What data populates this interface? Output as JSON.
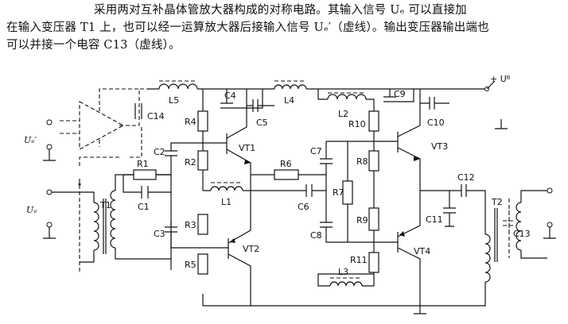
{
  "description": [
    "采用两对互补晶体管放大器构成的对称电路。其输入信号 Uₑ 可以直接加",
    "在输入变压器 T1 上，也可以经一运算放大器后接输入信号 Uₑ′（虚线）。输出变压器输出端也",
    "可以并接一个电容 C13（虚线）。"
  ],
  "labels": {
    "supply": "+ Uᴮ",
    "input_direct": "Uₑ",
    "input_opamp": "Uₑ′",
    "L5": "L5",
    "L4": "L4",
    "L2": "L2",
    "L1": "L1",
    "L3": "L3",
    "C1": "C1",
    "C2": "C2",
    "C3": "C3",
    "C4": "C4",
    "C5": "C5",
    "C6": "C6",
    "C7": "C7",
    "C8": "C8",
    "C9": "C9",
    "C10": "C10",
    "C11": "C11",
    "C12": "C12",
    "C13": "C13",
    "C14": "C14",
    "R1": "R1",
    "R2": "R2",
    "R3": "R3",
    "R4": "R4",
    "R5": "R5",
    "R6": "R6",
    "R7": "R7",
    "R8": "R8",
    "R9": "R9",
    "R10": "R10",
    "R11": "R11",
    "VT1": "VT1",
    "VT2": "VT2",
    "VT3": "VT3",
    "VT4": "VT4",
    "T1": "T1",
    "T2": "T2"
  }
}
